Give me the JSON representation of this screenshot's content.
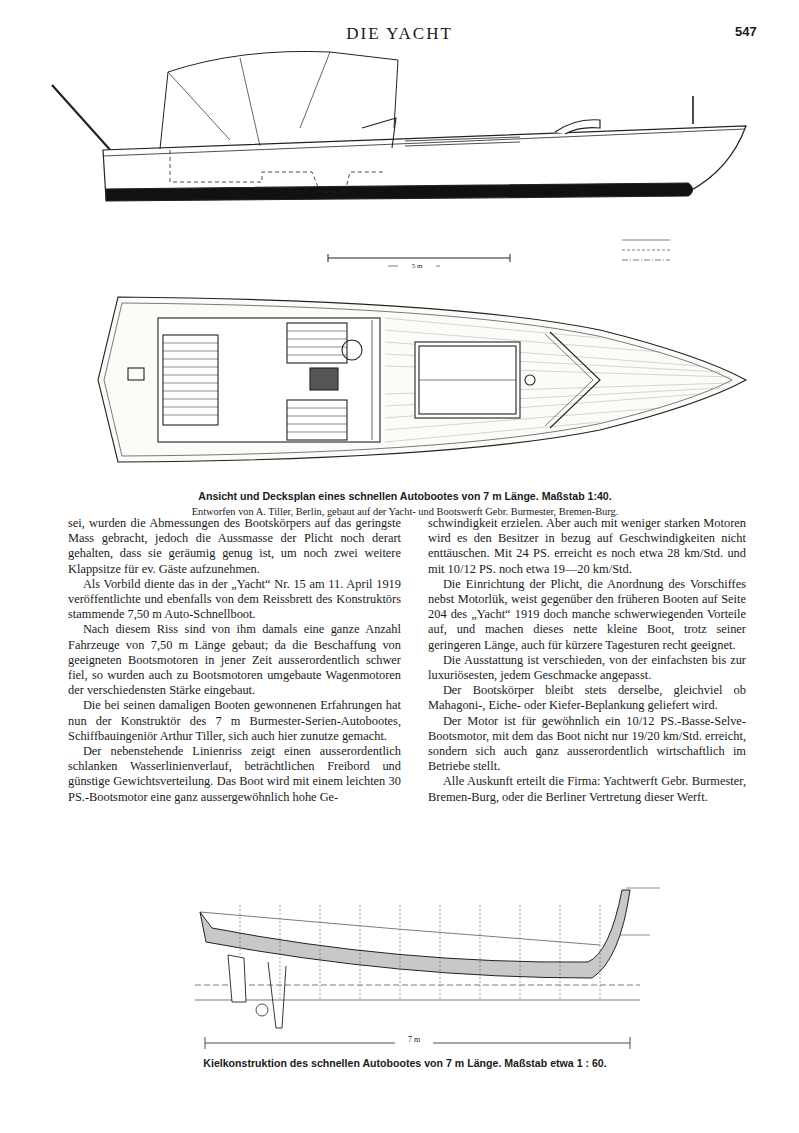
{
  "diagram": {
    "title": "DIE YACHT",
    "caption": "Ansicht und Decksplan eines schnellen Autobootes von 7 m Länge. Maßstab 1:40.",
    "labels": [
      "547",
      "5 m",
      "Entworfen von A. Tiller, Berlin, gebaut auf der Yacht- und Bootswerft Gebr. Burmester, Bremen-Burg.",
      "sei, wurden die Abmessungen des Bootskörpers auf das geringste Mass gebracht, jedoch die Aussmasse der Plicht noch derart gehalten, dass sie geräumig genug ist, um noch zwei weitere Klappsitze für ev. Gäste aufzunehmen.",
      "Als Vorbild diente das in der „Yacht“ Nr. 15 am 11. April 1919 veröffentlichte und ebenfalls von dem Reissbrett des Konstruktörs stammende 7,50 m Auto-Schnellboot.",
      "Nach diesem Riss sind von ihm damals eine ganze Anzahl Fahrzeuge von 7,50 m Länge gebaut; da die Beschaffung von geeigneten Bootsmotoren in jener Zeit ausserordentlich schwer fiel, so wurden auch zu Bootsmotoren umgebaute Wagenmotoren der verschiedensten Stärke eingebaut.",
      "Die bei seinen damaligen Booten gewonnenen Erfahrungen hat nun der Konstruktör des 7 m Burmester-Serien-Autobootes, Schiffbauingeniör Arthur Tiller, sich auch hier zunutze gemacht.",
      "Der nebenstehende Linienriss zeigt einen ausserordentlich schlanken Wasserlinienverlauf, beträchtlichen Freibord und günstige Gewichtsverteilung. Das Boot wird mit einem leichten 30 PS.-Bootsmotor eine ganz aussergewöhnlich hohe Ge-",
      "schwindigkeit erzielen. Aber auch mit weniger starken Motoren wird es den Besitzer in bezug auf Geschwindigkeiten nicht enttäuschen. Mit 24 PS. erreicht es noch etwa 28 km/Std. und mit 10/12 PS. noch etwa 19—20 km/Std.",
      "Die Einrichtung der Plicht, die Anordnung des Vorschiffes nebst Motorlük, weist gegenüber den früheren Booten auf Seite 204 des „Yacht“ 1919 doch manche schwerwiegenden Vorteile auf, und machen dieses nette kleine Boot, trotz seiner geringeren Länge, auch für kürzere Tagesturen recht geeignet.",
      "Die Ausstattung ist verschieden, von der einfachsten bis zur luxuriösesten, jedem Geschmacke angepasst.",
      "Der Bootskörper bleibt stets derselbe, gleichviel ob Mahagoni-, Eiche- oder Kiefer-Beplankung geliefert wird.",
      "Der Motor ist für gewöhnlich ein 10/12 PS.-Basse-Selve-Bootsmotor, mit dem das Boot nicht nur 19/20 km/Std. erreicht, sondern sich auch ganz ausserordentlich wirtschaftlich im Betriebe stellt.",
      "Alle Auskunft erteilt die Firma: Yachtwerft Gebr. Burmester, Bremen-Burg, oder die Berliner Vertretung dieser Werft.",
      "7 m",
      "Kielkonstruktion des schnellen Autobootes von 7 m Länge. Maßstab etwa 1 : 60."
    ]
  }
}
